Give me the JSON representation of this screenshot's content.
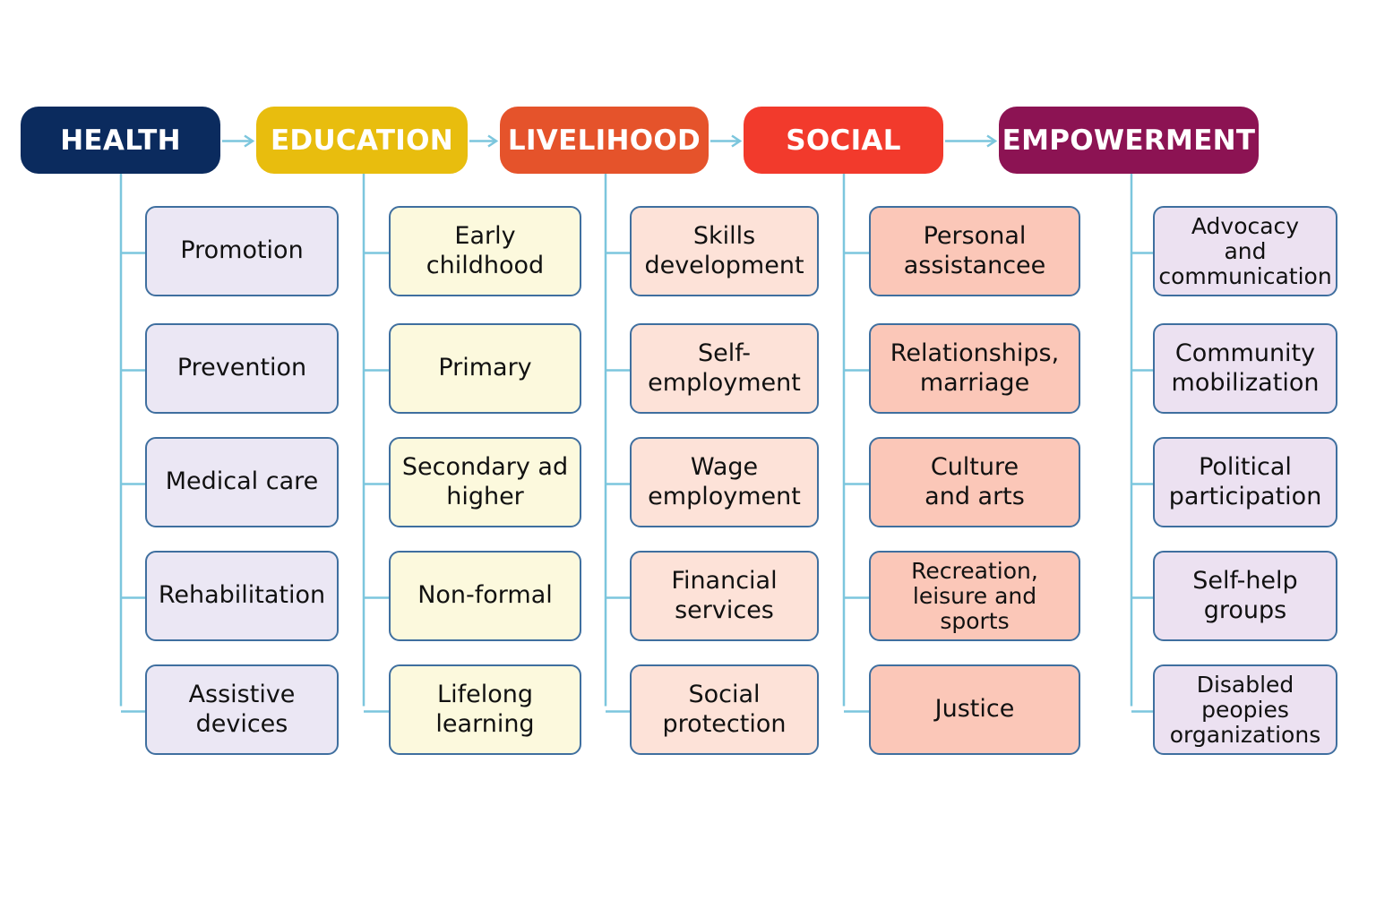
{
  "columns": [
    {
      "title": "HEALTH",
      "color": "#0b2b5e",
      "item_fill": "#ebe7f4",
      "items": [
        "Promotion",
        "Prevention",
        "Medical care",
        "Rehabilitation",
        "Assistive\ndevices"
      ]
    },
    {
      "title": "EDUCATION",
      "color": "#e8bd0e",
      "item_fill": "#fcf9dd",
      "items": [
        "Early childhood",
        "Primary",
        "Secondary ad\nhigher",
        "Non-formal",
        "Lifelong\nlearning"
      ]
    },
    {
      "title": "LIVELIHOOD",
      "color": "#e5532b",
      "item_fill": "#fde2d8",
      "items": [
        "Skills\ndevelopment",
        "Self-\nemployment",
        "Wage\nemployment",
        "Financial\nservices",
        "Social\nprotection"
      ]
    },
    {
      "title": "SOCIAL",
      "color": "#f23a2c",
      "item_fill": "#fbc7b8",
      "items": [
        "Personal\nassistancee",
        "Relationships,\nmarriage",
        "Culture\nand arts",
        "Recreation,\nleisure and sports",
        "Justice"
      ]
    },
    {
      "title": "EMPOWERMENT",
      "color": "#8c1353",
      "item_fill": "#ece1f1",
      "items": [
        "Advocacy\nand\ncommunication",
        "Community\nmobilization",
        "Political\nparticipation",
        "Self-help\ngroups",
        "Disabled\npeopies\norganizations"
      ]
    }
  ],
  "connector_color": "#7cc6dd"
}
